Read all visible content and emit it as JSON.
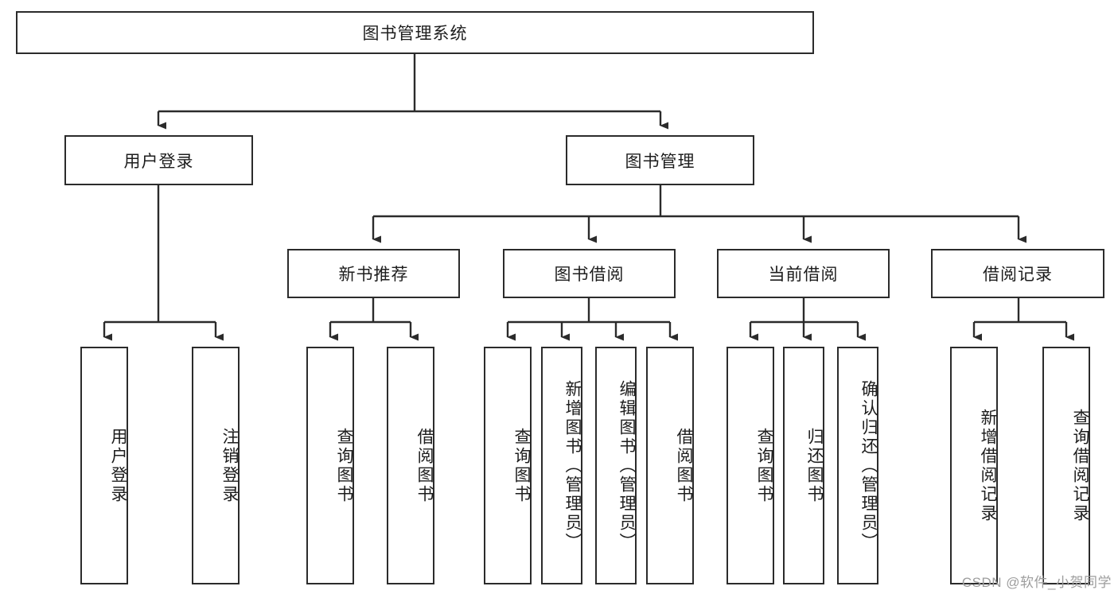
{
  "diagram": {
    "type": "tree",
    "title": "图书管理系统",
    "watermark": "CSDN @软件_小贺同学",
    "colors": {
      "box_border": "#2b2b2b",
      "box_fill": "#ffffff",
      "connector": "#2b2b2b",
      "text": "#1d1d1d",
      "watermark": "#9d9d9d"
    },
    "nodes": {
      "root": {
        "label": "图书管理系统",
        "level": 0,
        "orientation": "horizontal"
      },
      "l1": [
        {
          "id": "user-login",
          "label": "用户登录",
          "level": 1,
          "orientation": "horizontal"
        },
        {
          "id": "book-management",
          "label": "图书管理",
          "level": 1,
          "orientation": "horizontal"
        }
      ],
      "l2": [
        {
          "id": "new-book-recommend",
          "label": "新书推荐",
          "level": 2,
          "orientation": "horizontal",
          "parent": "book-management"
        },
        {
          "id": "book-borrow",
          "label": "图书借阅",
          "level": 2,
          "orientation": "horizontal",
          "parent": "book-management"
        },
        {
          "id": "current-borrow",
          "label": "当前借阅",
          "level": 2,
          "orientation": "horizontal",
          "parent": "book-management"
        },
        {
          "id": "borrow-record",
          "label": "借阅记录",
          "level": 2,
          "orientation": "horizontal",
          "parent": "book-management"
        }
      ],
      "leaves": [
        {
          "id": "leaf-user-login",
          "label": "用户登录",
          "parent": "user-login",
          "orientation": "vertical"
        },
        {
          "id": "leaf-logout-login",
          "label": "注销登录",
          "parent": "user-login",
          "orientation": "vertical"
        },
        {
          "id": "leaf-query-book-1",
          "label": "查询图书",
          "parent": "new-book-recommend",
          "orientation": "vertical"
        },
        {
          "id": "leaf-borrow-book-1",
          "label": "借阅图书",
          "parent": "new-book-recommend",
          "orientation": "vertical"
        },
        {
          "id": "leaf-query-book-2",
          "label": "查询图书",
          "parent": "book-borrow",
          "orientation": "vertical"
        },
        {
          "id": "leaf-add-book",
          "label": "新增图书（管理员）",
          "parent": "book-borrow",
          "orientation": "vertical"
        },
        {
          "id": "leaf-edit-book",
          "label": "编辑图书（管理员）",
          "parent": "book-borrow",
          "orientation": "vertical"
        },
        {
          "id": "leaf-borrow-book-2",
          "label": "借阅图书",
          "parent": "book-borrow",
          "orientation": "vertical"
        },
        {
          "id": "leaf-query-book-3",
          "label": "查询图书",
          "parent": "current-borrow",
          "orientation": "vertical"
        },
        {
          "id": "leaf-return-book",
          "label": "归还图书",
          "parent": "current-borrow",
          "orientation": "vertical"
        },
        {
          "id": "leaf-confirm-return",
          "label": "确认归还（管理员）",
          "parent": "current-borrow",
          "orientation": "vertical"
        },
        {
          "id": "leaf-add-record",
          "label": "新增借阅记录",
          "parent": "borrow-record",
          "orientation": "vertical"
        },
        {
          "id": "leaf-query-record",
          "label": "查询借阅记录",
          "parent": "borrow-record",
          "orientation": "vertical"
        }
      ]
    }
  }
}
